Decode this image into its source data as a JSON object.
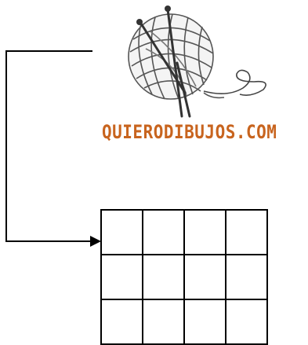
{
  "logo": {
    "text": "QUIERODIBUJOS.COM",
    "text_color": "#c8641e",
    "icon": "yarn-ball-knitting-needles-icon"
  },
  "grid": {
    "rows": 3,
    "columns": 4
  },
  "connector": {
    "icon": "arrow-right-icon"
  }
}
